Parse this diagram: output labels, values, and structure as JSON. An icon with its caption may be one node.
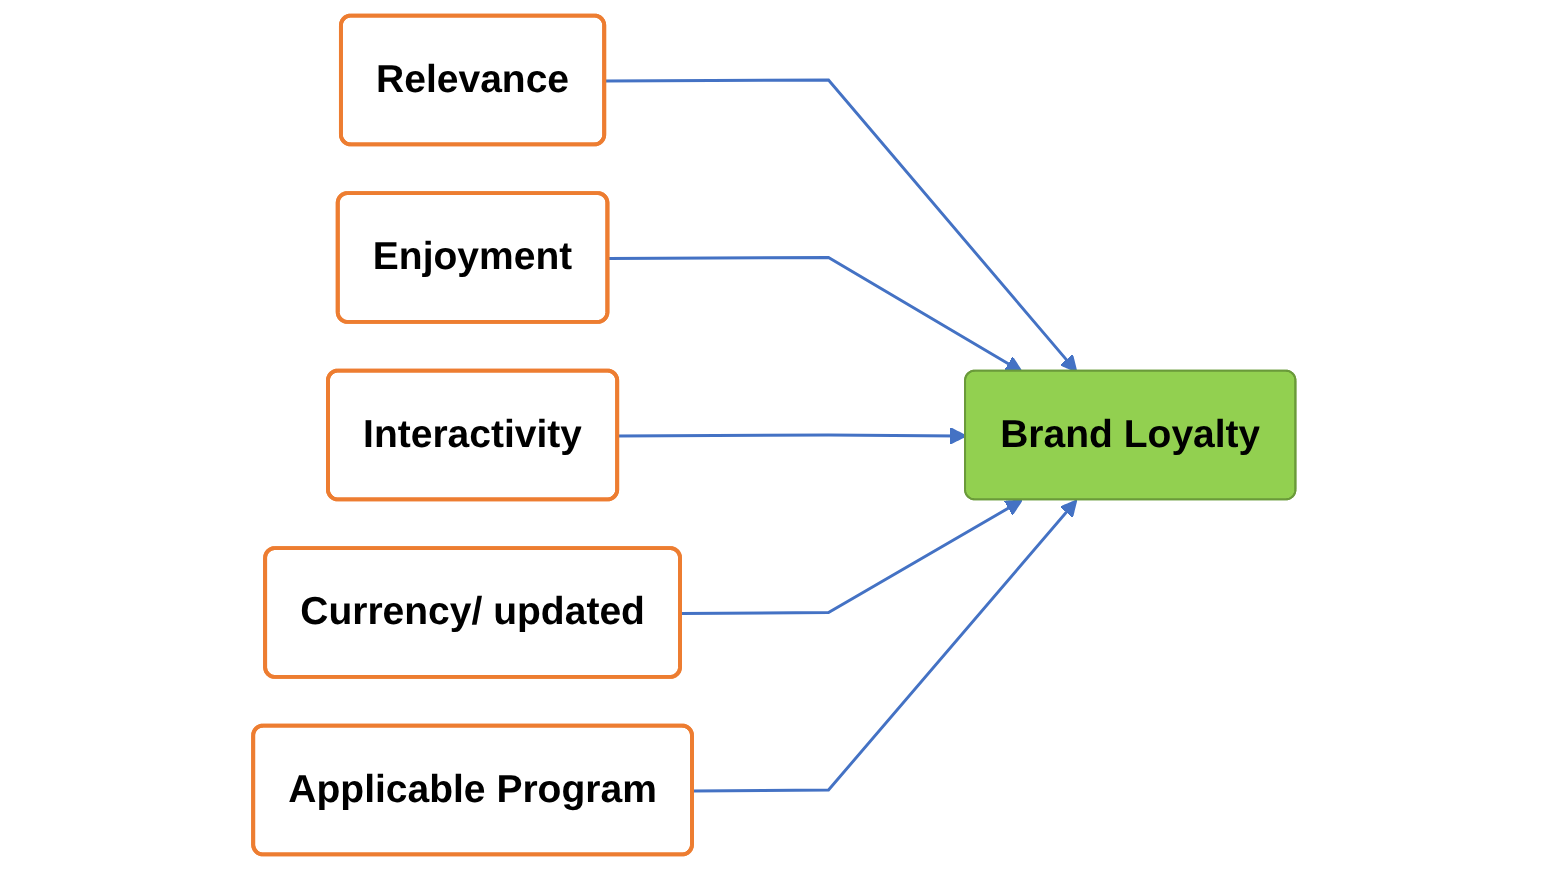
{
  "diagram": {
    "nodes": [
      {
        "text": [
          "Relevance"
        ]
      },
      {
        "text": [
          "Enjoyment"
        ]
      },
      {
        "text": [
          "Interactivity"
        ]
      },
      {
        "text": [
          "Currency/ updated"
        ]
      },
      {
        "text": [
          "Applicable Program"
        ]
      },
      {
        "text": [
          "Brand Loyalty"
        ]
      }
    ],
    "edges": [
      {
        "from": 0,
        "to": 5,
        "arrow": "to"
      },
      {
        "from": 1,
        "to": 5,
        "arrow": "to"
      },
      {
        "from": 2,
        "to": 5,
        "arrow": "to"
      },
      {
        "from": 3,
        "to": 5,
        "arrow": "to"
      },
      {
        "from": 4,
        "to": 5,
        "arrow": "to"
      }
    ]
  }
}
